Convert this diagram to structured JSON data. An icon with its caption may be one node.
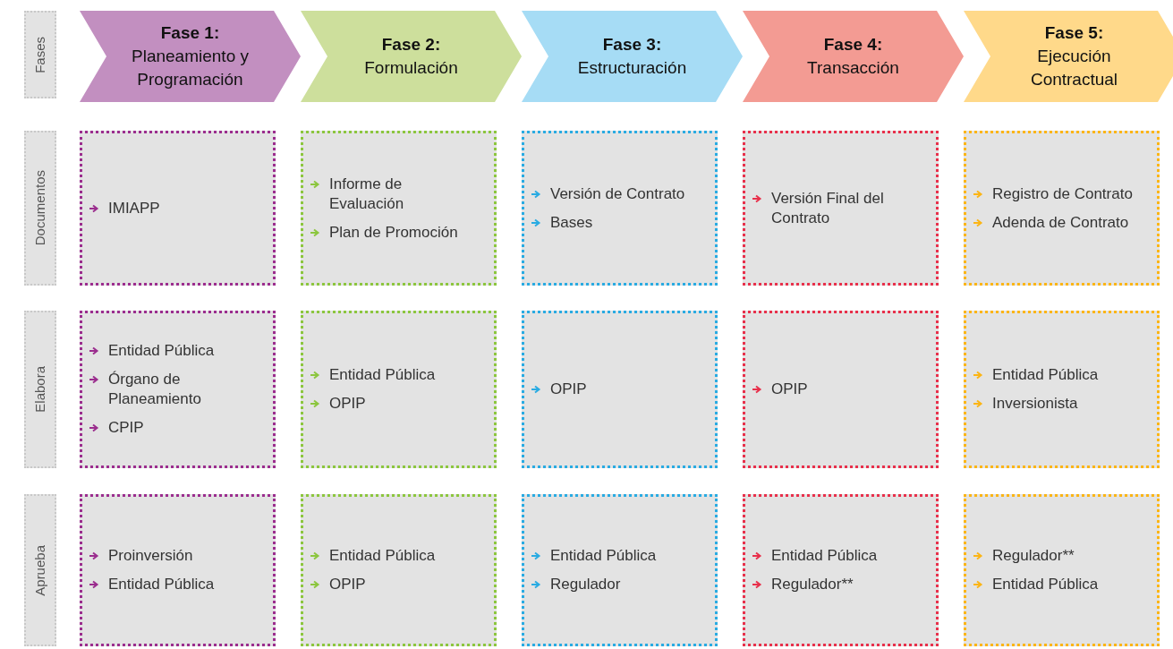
{
  "diagram": {
    "nodes": [
      {
        "text": [
          "Fases"
        ]
      },
      {
        "text": [
          "Fase 1:",
          "Planeamiento y Programación"
        ]
      },
      {
        "text": [
          "Fase 2:",
          "Formulación"
        ]
      },
      {
        "text": [
          "Fase 3:",
          "Estructuración"
        ]
      },
      {
        "text": [
          "Fase 4:",
          "Transacción"
        ]
      },
      {
        "text": [
          "Fase 5:",
          "Ejecución Contractual"
        ]
      },
      {
        "text": [
          "Documentos"
        ]
      },
      {
        "text": [
          "IMIAPP"
        ]
      },
      {
        "text": [
          "Informe de Evaluación",
          "Plan de Promoción"
        ]
      },
      {
        "text": [
          "Versión de Contrato",
          "Bases"
        ]
      },
      {
        "text": [
          "Versión Final del Contrato"
        ]
      },
      {
        "text": [
          "Registro de Contrato",
          "Adenda de Contrato"
        ]
      },
      {
        "text": [
          "Elabora"
        ]
      },
      {
        "text": [
          "Entidad Pública",
          "Órgano de Planeamiento",
          "CPIP"
        ]
      },
      {
        "text": [
          "Entidad Pública",
          "OPIP"
        ]
      },
      {
        "text": [
          "OPIP"
        ]
      },
      {
        "text": [
          "OPIP"
        ]
      },
      {
        "text": [
          "Entidad Pública",
          "Inversionista"
        ]
      },
      {
        "text": [
          "Aprueba"
        ]
      },
      {
        "text": [
          "Proinversión",
          "Entidad Pública"
        ]
      },
      {
        "text": [
          "Entidad Pública",
          "OPIP"
        ]
      },
      {
        "text": [
          "Entidad Pública",
          "Regulador"
        ]
      },
      {
        "text": [
          "Entidad Pública",
          "Regulador**"
        ]
      },
      {
        "text": [
          "Regulador**",
          "Entidad Pública"
        ]
      }
    ]
  }
}
